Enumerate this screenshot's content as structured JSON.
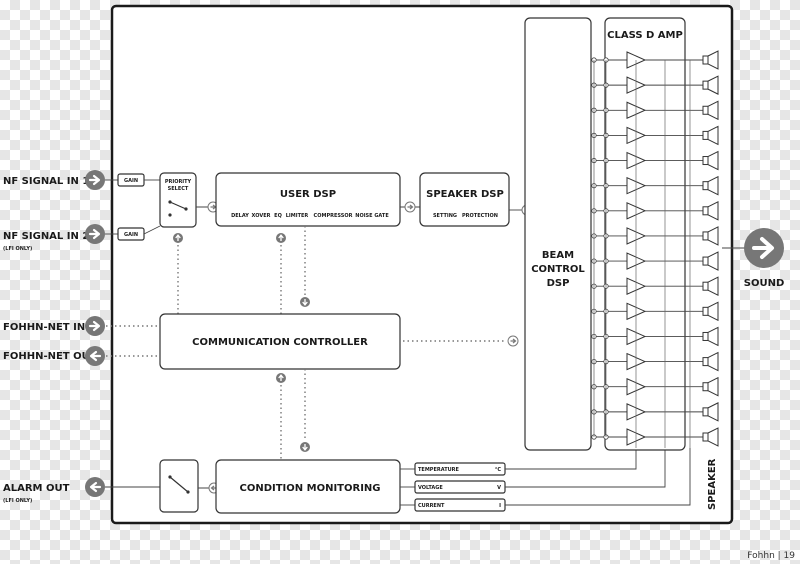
{
  "inputs": {
    "nf1": "NF SIGNAL IN 1",
    "nf2": "NF SIGNAL IN 2",
    "nf2_sub": "(LFI ONLY)",
    "net_in": "FOHHN-NET IN",
    "net_out": "FOHHN-NET OUT",
    "alarm": "ALARM OUT",
    "alarm_sub": "(LFI ONLY)"
  },
  "gain_label": "GAIN",
  "priority_select": [
    "PRIORITY",
    "SELECT"
  ],
  "user_dsp": {
    "title": "USER DSP",
    "items": [
      "DELAY",
      "XOVER",
      "EQ",
      "LIMITER",
      "COMPRESSOR",
      "NOISE GATE"
    ]
  },
  "speaker_dsp": {
    "title": "SPEAKER DSP",
    "items": [
      "SETTING",
      "PROTECTION"
    ]
  },
  "beam_control": [
    "BEAM",
    "CONTROL",
    "DSP"
  ],
  "class_d_amp": "CLASS D AMP",
  "communication_controller": "COMMUNICATION CONTROLLER",
  "condition_monitoring": "CONDITION MONITORING",
  "sensors": [
    {
      "label": "TEMPERATURE",
      "unit": "°C"
    },
    {
      "label": "VOLTAGE",
      "unit": "V"
    },
    {
      "label": "CURRENT",
      "unit": "I"
    }
  ],
  "output": "SOUND",
  "speaker_label": "SPEAKER",
  "footer": {
    "brand": "Fohhn",
    "page": "19"
  },
  "channel_count": 16
}
